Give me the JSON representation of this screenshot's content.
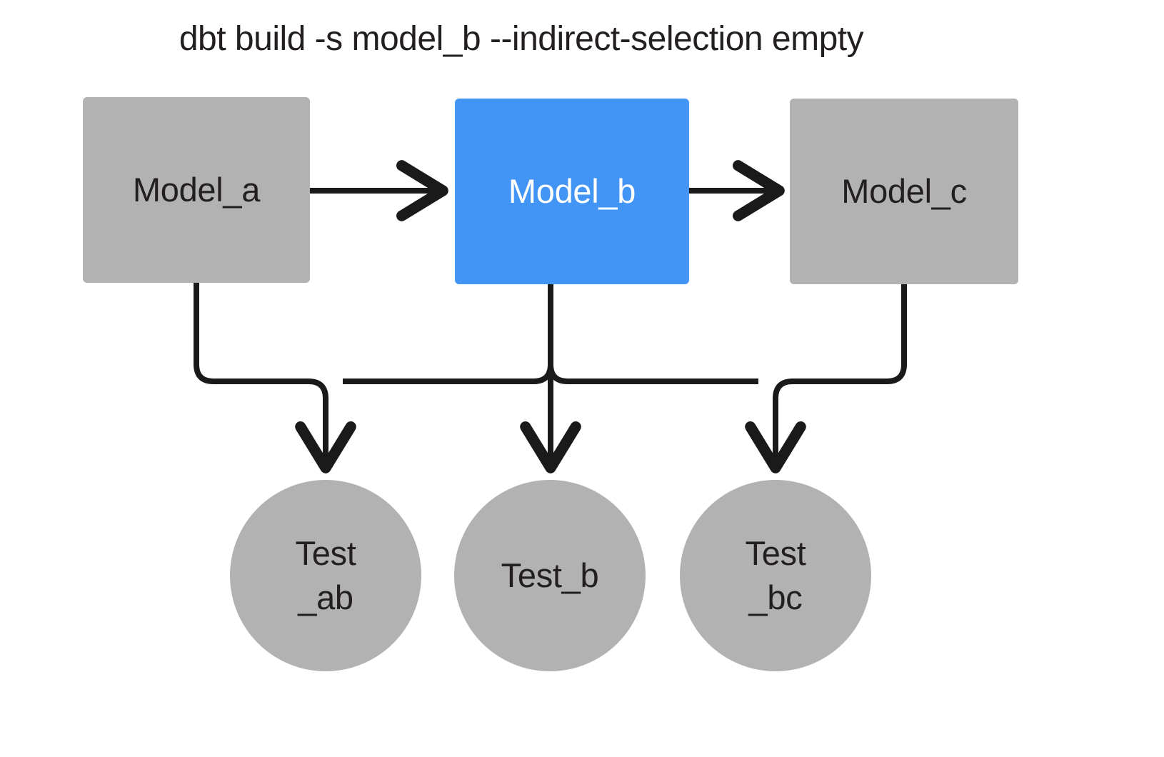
{
  "title": "dbt build -s model_b --indirect-selection empty",
  "colors": {
    "background": "#ffffff",
    "node_gray": "#b2b2b2",
    "node_selected_blue": "#4294f5",
    "edge_black": "#1a1a1a",
    "text_dark": "#231f20",
    "text_light": "#ffffff"
  },
  "nodes": {
    "models": [
      {
        "id": "model_a",
        "label": "Model_a",
        "shape": "rectangle",
        "fill": "#b2b2b2",
        "text_color": "#231f20",
        "selected": false
      },
      {
        "id": "model_b",
        "label": "Model_b",
        "shape": "rectangle",
        "fill": "#4294f5",
        "text_color": "#ffffff",
        "selected": true
      },
      {
        "id": "model_c",
        "label": "Model_c",
        "shape": "rectangle",
        "fill": "#b2b2b2",
        "text_color": "#231f20",
        "selected": false
      }
    ],
    "tests": [
      {
        "id": "test_ab",
        "label": "Test\n_ab",
        "shape": "circle",
        "fill": "#b2b2b2",
        "text_color": "#231f20",
        "selected": false
      },
      {
        "id": "test_b",
        "label": "Test_b",
        "shape": "circle",
        "fill": "#b2b2b2",
        "text_color": "#231f20",
        "selected": false
      },
      {
        "id": "test_bc",
        "label": "Test\n_bc",
        "shape": "circle",
        "fill": "#b2b2b2",
        "text_color": "#231f20",
        "selected": false
      }
    ]
  },
  "edges": [
    {
      "id": "edge-a-b",
      "from": "model_a",
      "to": "model_b",
      "style": "straight-arrow"
    },
    {
      "id": "edge-b-c",
      "from": "model_b",
      "to": "model_c",
      "style": "straight-arrow"
    },
    {
      "id": "edge-a-test_ab",
      "from": "model_a",
      "to": "test_ab",
      "style": "elbow-arrow"
    },
    {
      "id": "edge-b-test_ab",
      "from": "model_b",
      "to": "test_ab",
      "style": "elbow-arrow"
    },
    {
      "id": "edge-b-test_b",
      "from": "model_b",
      "to": "test_b",
      "style": "straight-arrow"
    },
    {
      "id": "edge-b-test_bc",
      "from": "model_b",
      "to": "test_bc",
      "style": "elbow-arrow"
    },
    {
      "id": "edge-c-test_bc",
      "from": "model_c",
      "to": "test_bc",
      "style": "elbow-arrow"
    }
  ]
}
